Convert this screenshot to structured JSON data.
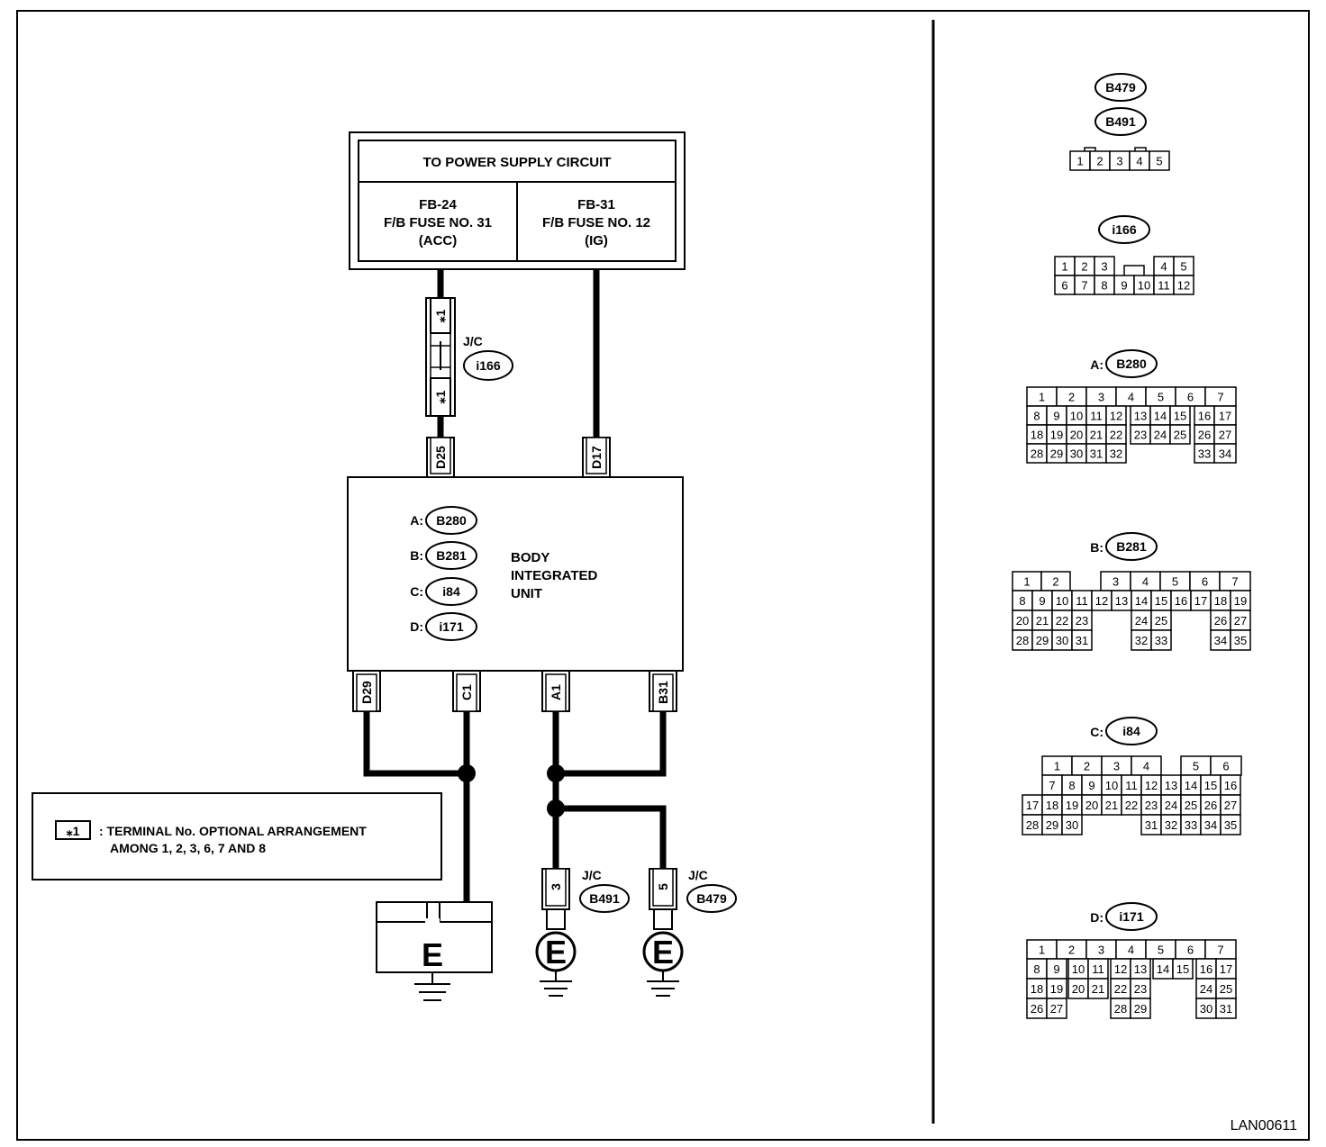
{
  "power": {
    "title": "TO POWER SUPPLY CIRCUIT",
    "left": [
      "FB-24",
      "F/B FUSE NO. 31",
      "(ACC)"
    ],
    "right": [
      "FB-31",
      "F/B FUSE NO. 12",
      "(IG)"
    ]
  },
  "unit": {
    "name": [
      "BODY",
      "INTEGRATED",
      "UNIT"
    ],
    "connectors": [
      {
        "prefix": "A:",
        "code": "B280"
      },
      {
        "prefix": "B:",
        "code": "B281"
      },
      {
        "prefix": "C:",
        "code": "i84"
      },
      {
        "prefix": "D:",
        "code": "i171"
      }
    ]
  },
  "jc": {
    "label": "J/C",
    "i166": "i166",
    "star": "⁎1",
    "b491": "B491",
    "b479": "B479",
    "pin3": "3",
    "pin5": "5"
  },
  "terminals": {
    "d25": "D25",
    "d17": "D17",
    "d29": "D29",
    "c1": "C1",
    "a1": "A1",
    "b31": "B31"
  },
  "ground": "E",
  "legend": {
    "symbol": "⁎1",
    "line1": ": TERMINAL No. OPTIONAL ARRANGEMENT",
    "line2": "AMONG 1, 2, 3, 6, 7 AND 8"
  },
  "connector_views": {
    "b479_b491": {
      "codes": [
        "B479",
        "B491"
      ],
      "pins": [
        "1",
        "2",
        "3",
        "4",
        "5"
      ]
    },
    "i166": {
      "code": "i166",
      "row1": [
        "1",
        "2",
        "3",
        "",
        "4",
        "5"
      ],
      "row2": [
        "6",
        "7",
        "8",
        "9",
        "10",
        "11",
        "12"
      ]
    },
    "b280": {
      "prefix": "A:",
      "code": "B280",
      "row1": [
        "1",
        "2",
        "3",
        "4",
        "5",
        "6",
        "7"
      ],
      "row2": [
        "8",
        "9",
        "10",
        "11",
        "12",
        "13",
        "14",
        "15",
        "16",
        "17"
      ],
      "row3": [
        "18",
        "19",
        "20",
        "21",
        "22",
        "23",
        "24",
        "25",
        "26",
        "27"
      ],
      "row4": [
        "28",
        "29",
        "30",
        "31",
        "32",
        "33",
        "34"
      ]
    },
    "b281": {
      "prefix": "B:",
      "code": "B281",
      "row1": [
        "1",
        "2",
        "3",
        "4",
        "5",
        "6",
        "7"
      ],
      "row2": [
        "8",
        "9",
        "10",
        "11",
        "12",
        "13",
        "14",
        "15",
        "16",
        "17",
        "18",
        "19"
      ],
      "row3": [
        "20",
        "21",
        "22",
        "23",
        "24",
        "25",
        "26",
        "27"
      ],
      "row4": [
        "28",
        "29",
        "30",
        "31",
        "32",
        "33",
        "34",
        "35"
      ]
    },
    "i84": {
      "prefix": "C:",
      "code": "i84",
      "row1": [
        "1",
        "2",
        "3",
        "4",
        "5",
        "6"
      ],
      "row2": [
        "7",
        "8",
        "9",
        "10",
        "11",
        "12",
        "13",
        "14",
        "15",
        "16"
      ],
      "row3": [
        "17",
        "18",
        "19",
        "20",
        "21",
        "22",
        "23",
        "24",
        "25",
        "26",
        "27"
      ],
      "row4": [
        "28",
        "29",
        "30",
        "31",
        "32",
        "33",
        "34",
        "35"
      ]
    },
    "i171": {
      "prefix": "D:",
      "code": "i171",
      "row1": [
        "1",
        "2",
        "3",
        "4",
        "5",
        "6",
        "7"
      ],
      "row2": [
        "8",
        "9",
        "10",
        "11",
        "12",
        "13",
        "14",
        "15",
        "16",
        "17"
      ],
      "row3": [
        "18",
        "19",
        "20",
        "21",
        "22",
        "23",
        "24",
        "25"
      ],
      "row4": [
        "26",
        "27",
        "28",
        "29",
        "30",
        "31"
      ]
    }
  },
  "figure_id": "LAN00611"
}
